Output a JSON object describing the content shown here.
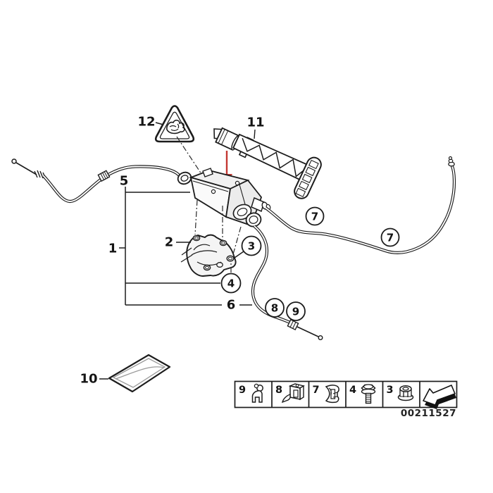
{
  "figure": {
    "background": "#ffffff",
    "line_color": "#1c1c1c",
    "arrow_color": "#c43832",
    "description_visible_elements": "parking brake actuator exploded parts diagram with numbered callouts"
  },
  "callouts": [
    {
      "id": "1",
      "label": "1",
      "circled": false
    },
    {
      "id": "2",
      "label": "2",
      "circled": false
    },
    {
      "id": "3",
      "label": "3",
      "circled": true
    },
    {
      "id": "4",
      "label": "4",
      "circled": true
    },
    {
      "id": "5",
      "label": "5",
      "circled": false
    },
    {
      "id": "6",
      "label": "6",
      "circled": false
    },
    {
      "id": "7a",
      "label": "7",
      "circled": true
    },
    {
      "id": "7b",
      "label": "7",
      "circled": true
    },
    {
      "id": "8",
      "label": "8",
      "circled": true
    },
    {
      "id": "9",
      "label": "9",
      "circled": true
    },
    {
      "id": "10",
      "label": "10",
      "circled": false
    },
    {
      "id": "11",
      "label": "11",
      "circled": false
    },
    {
      "id": "12",
      "label": "12",
      "circled": false
    }
  ],
  "legend": {
    "cells": [
      {
        "label": "9",
        "icon": "cable-end-hook-icon"
      },
      {
        "label": "8",
        "icon": "cable-holder-clip-icon"
      },
      {
        "label": "7",
        "icon": "spring-clip-icon"
      },
      {
        "label": "4",
        "icon": "hex-bolt-icon"
      },
      {
        "label": "3",
        "icon": "flange-nut-icon"
      },
      {
        "label": "",
        "icon": "direction-arrow-icon"
      }
    ],
    "part_number": "00211527"
  }
}
